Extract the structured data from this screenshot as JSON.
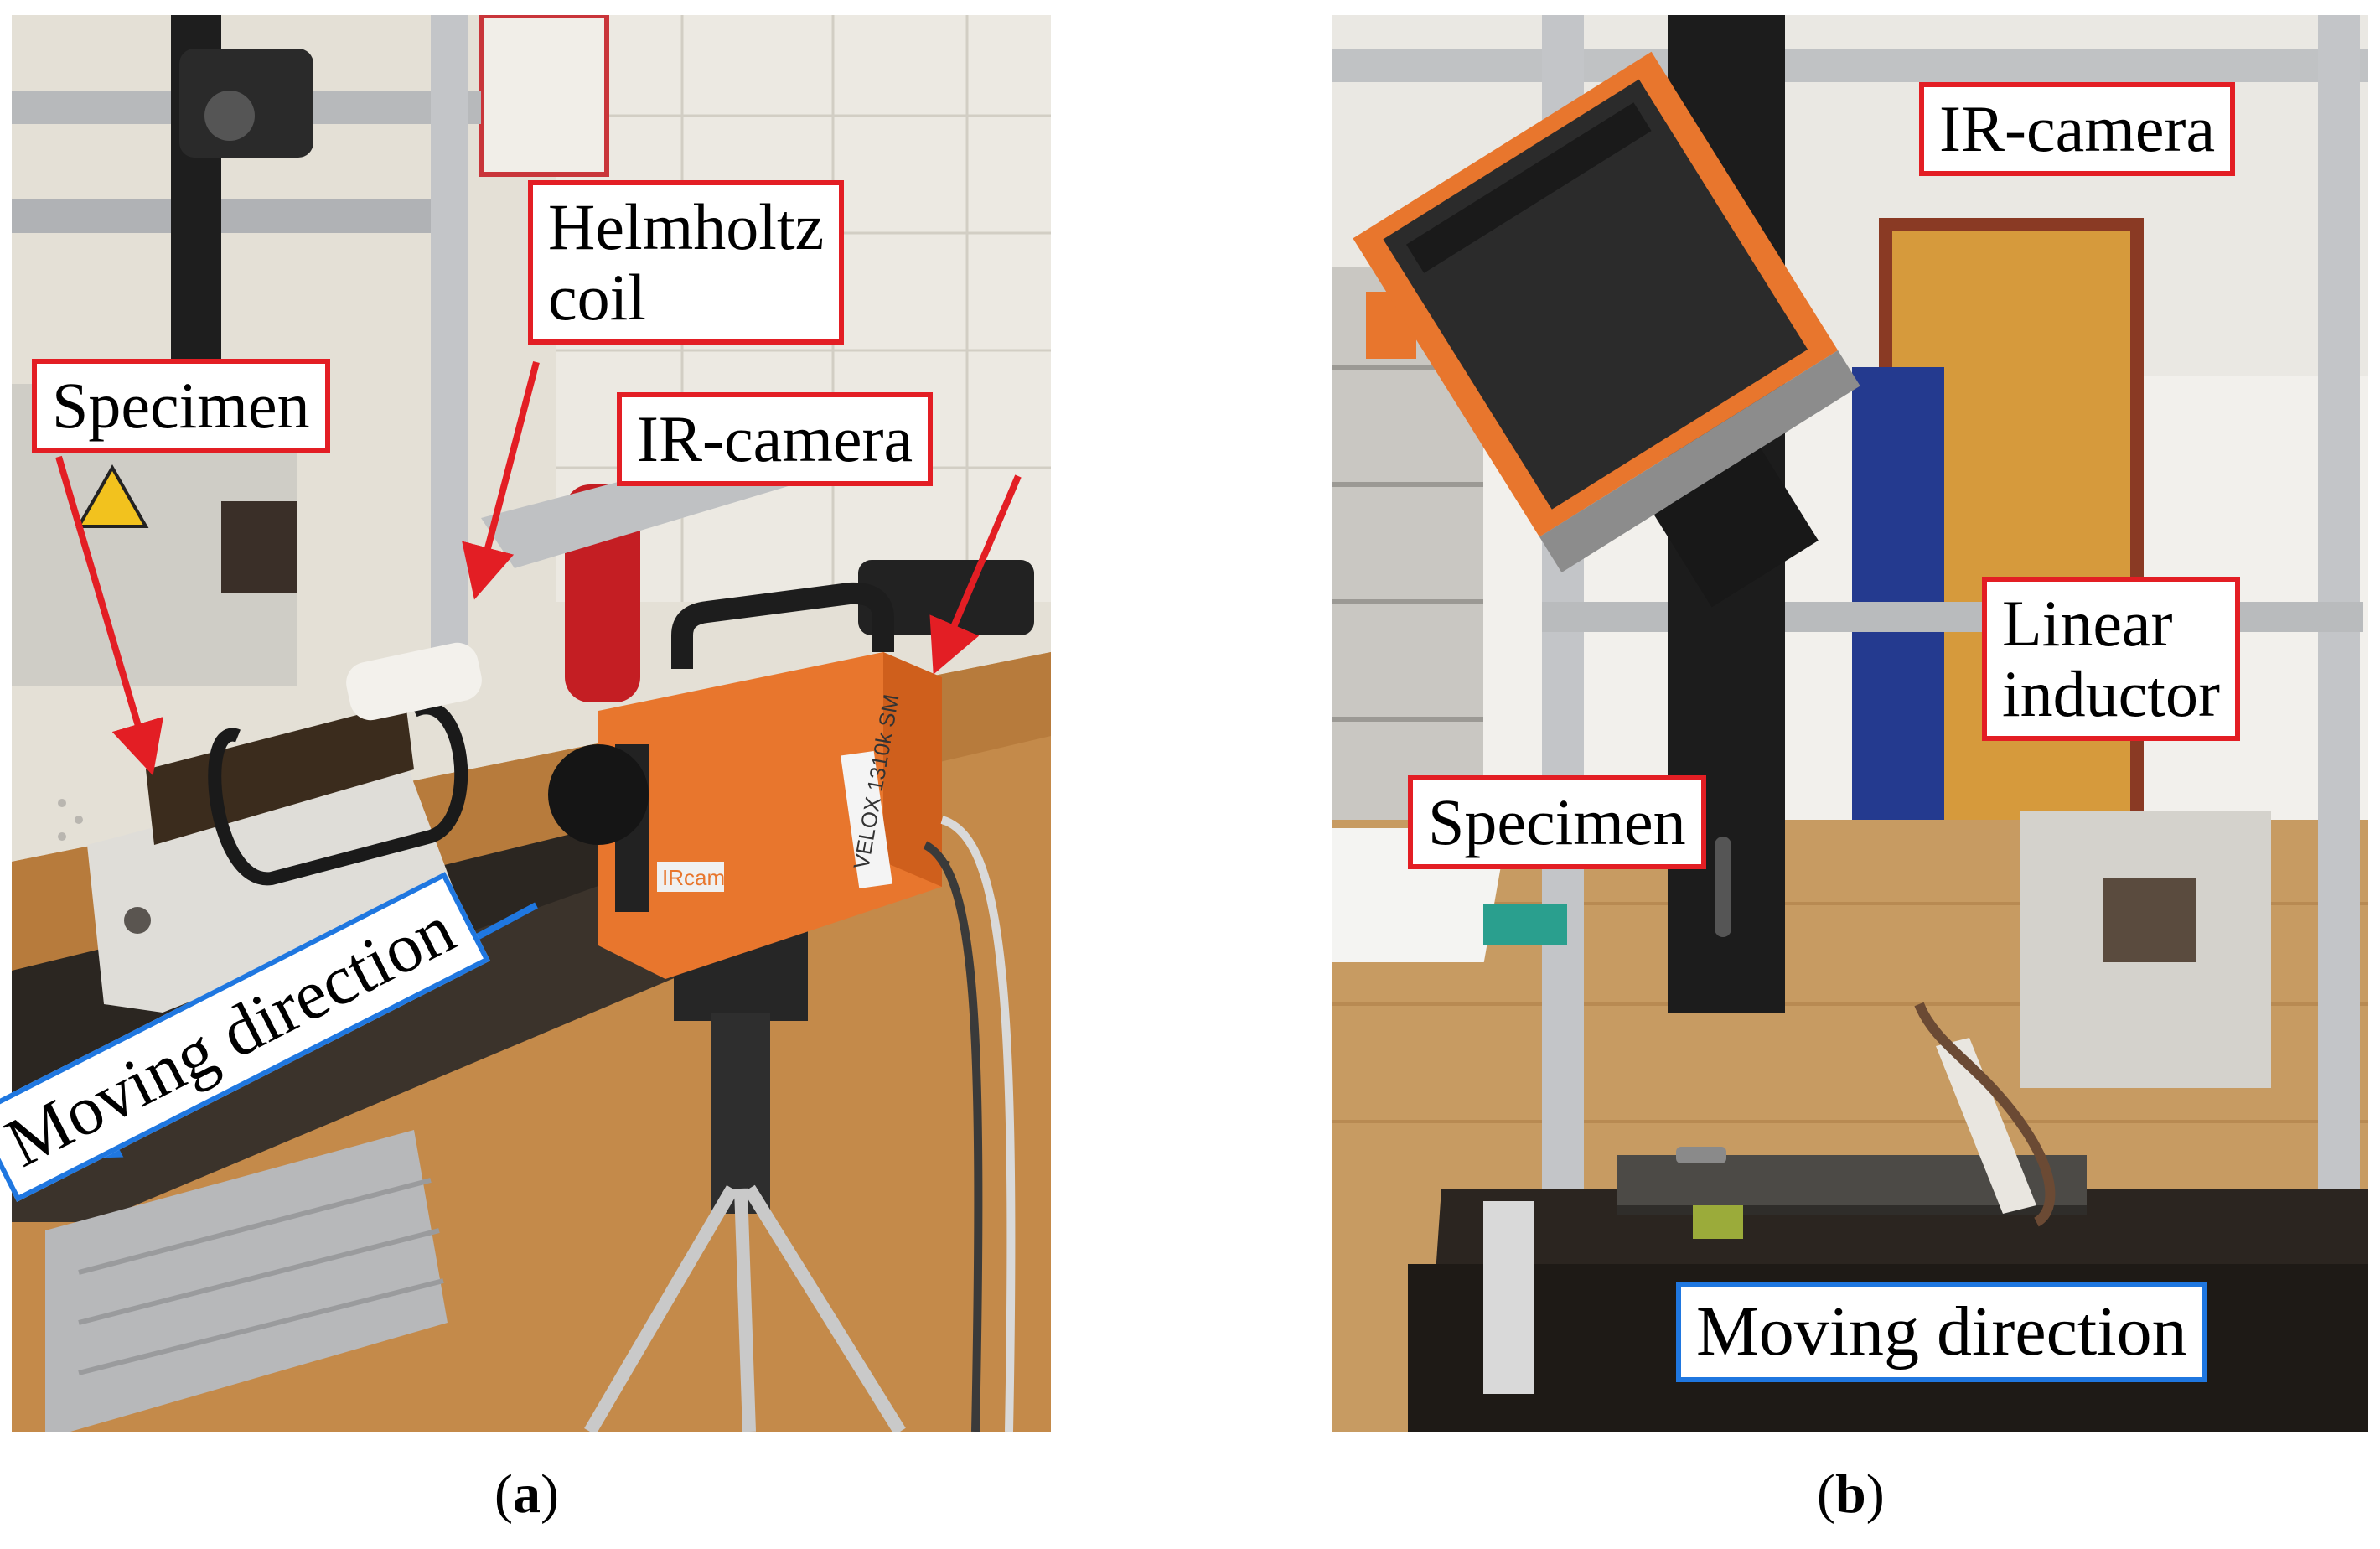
{
  "panels": {
    "a": {
      "labels": {
        "helmholtz_line1": "Helmholtz",
        "helmholtz_line2": "coil",
        "specimen": "Specimen",
        "ir_camera": "IR-camera",
        "moving_direction": "Moving direction"
      },
      "caption": {
        "open": "(",
        "letter": "a",
        "close": ")"
      },
      "camera_brand": "VELOX 1310k SM",
      "camera_maker": "IRcam"
    },
    "b": {
      "labels": {
        "ir_camera": "IR-camera",
        "linear_line1": "Linear",
        "linear_line2": "inductor",
        "specimen": "Specimen",
        "moving_direction": "Moving direction"
      },
      "caption": {
        "open": "(",
        "letter": "b",
        "close": ")"
      }
    }
  },
  "colors": {
    "label_border_red": "#e31e24",
    "label_border_blue": "#1f77e0",
    "arrow_red": "#e31e24",
    "arrow_blue": "#1f77e0",
    "camera_orange": "#e8762d"
  }
}
